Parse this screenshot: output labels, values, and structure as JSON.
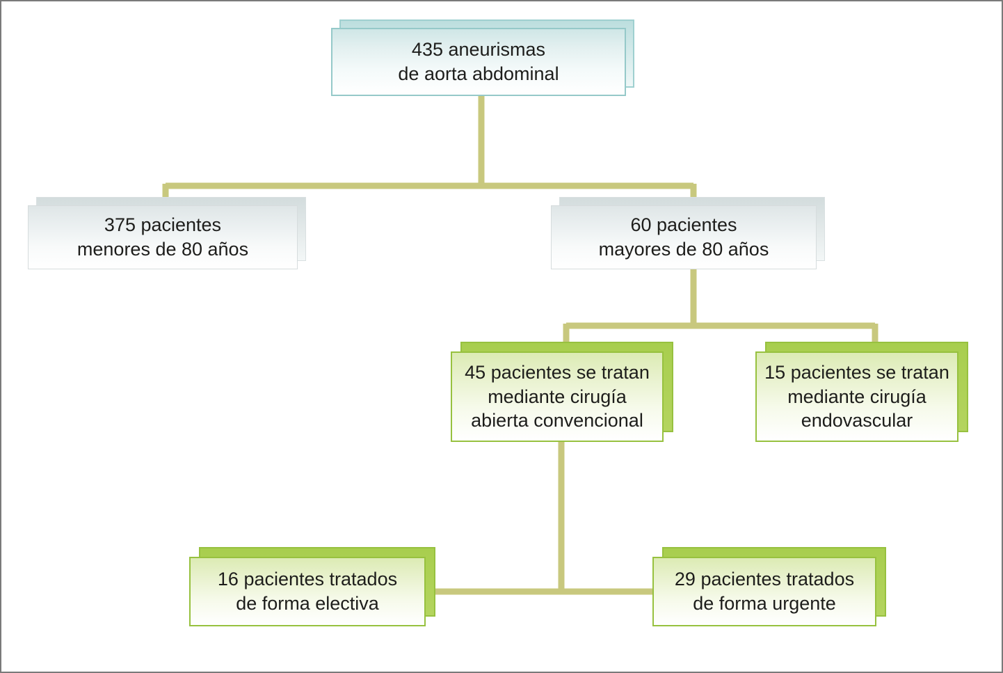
{
  "figure": {
    "title": "Diagrama de flujo de pacientes con aneurisma de aorta abdominal",
    "language": "es",
    "border_color": "#7a7a7a",
    "background_color": "#ffffff"
  },
  "colors": {
    "connector": "#c8c87e",
    "teal_border": "#95c9c9",
    "teal_fill_top": "#cfe6e6",
    "gray_border": "#d6dcdd",
    "gray_fill_top": "#dfe6e7",
    "green_border": "#97c13f",
    "green_fill_top": "#dcebb4",
    "green_slab": "#a8ce4e",
    "text": "#1d1d1b"
  },
  "nodes": {
    "root": {
      "id": "root",
      "text": "435 aneurismas\nde aorta abdominal",
      "count": 435,
      "style": "teal",
      "level": 0
    },
    "under80": {
      "id": "under80",
      "text": "375 pacientes\nmenores de 80 años",
      "count": 375,
      "style": "gray",
      "level": 1
    },
    "over80": {
      "id": "over80",
      "text": "60 pacientes\nmayores de 80 años",
      "count": 60,
      "style": "gray",
      "level": 1
    },
    "open_surgery": {
      "id": "open_surgery",
      "text": "45 pacientes se tratan\nmediante cirugía\nabierta convencional",
      "count": 45,
      "style": "green",
      "level": 2
    },
    "endovascular": {
      "id": "endovascular",
      "text": "15 pacientes se tratan\nmediante cirugía\nendovascular",
      "count": 15,
      "style": "green",
      "level": 2
    },
    "elective": {
      "id": "elective",
      "text": "16 pacientes tratados\nde forma electiva",
      "count": 16,
      "style": "green",
      "level": 3
    },
    "urgent": {
      "id": "urgent",
      "text": "29 pacientes tratados\nde forma urgente",
      "count": 29,
      "style": "green",
      "level": 3
    }
  },
  "edges": [
    {
      "from": "root",
      "to": "under80"
    },
    {
      "from": "root",
      "to": "over80"
    },
    {
      "from": "over80",
      "to": "open_surgery"
    },
    {
      "from": "over80",
      "to": "endovascular"
    },
    {
      "from": "open_surgery",
      "to": "elective"
    },
    {
      "from": "open_surgery",
      "to": "urgent"
    }
  ]
}
